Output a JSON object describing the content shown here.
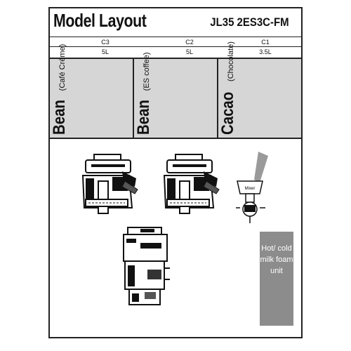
{
  "header": {
    "title": "Model Layout",
    "model_code": "JL35 2ES3C-FM"
  },
  "canisters": [
    {
      "id": "C3",
      "capacity": "5L",
      "label": "Bean",
      "sublabel": "(Café Crème)"
    },
    {
      "id": "C2",
      "capacity": "5L",
      "label": "Bean",
      "sublabel": "(ES coffee)"
    },
    {
      "id": "C1",
      "capacity": "3.5L",
      "label": "Cacao",
      "sublabel": "(Chocolate)"
    }
  ],
  "mixer": {
    "label": "Mixer"
  },
  "milk_unit": {
    "label": "Hot/ cold milk foam unit"
  },
  "colors": {
    "label_box": "#d6d6d6",
    "milk_box": "#8c8c8c",
    "line": "#222222"
  }
}
